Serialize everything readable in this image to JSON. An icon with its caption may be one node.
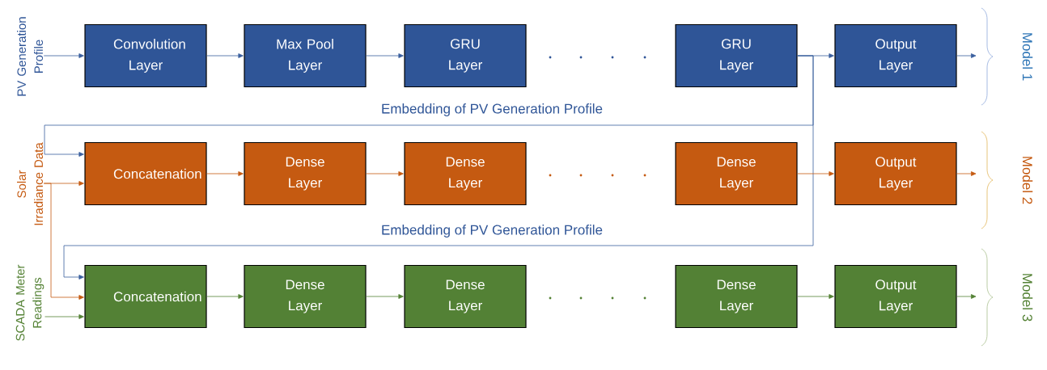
{
  "diagram": {
    "nodes": [
      {
        "text": [
          "PV Generation Profile"
        ]
      },
      {
        "text": [
          "Convolution Layer"
        ]
      },
      {
        "text": [
          "Max Pool Layer"
        ]
      },
      {
        "text": [
          "GRU Layer"
        ]
      },
      {
        "text": [
          "GRU Layer"
        ]
      },
      {
        "text": [
          "Output Layer"
        ]
      },
      {
        "text": [
          "Solar Irradiance Data"
        ]
      },
      {
        "text": [
          "Concatenation"
        ]
      },
      {
        "text": [
          "Dense Layer"
        ]
      },
      {
        "text": [
          "Dense Layer"
        ]
      },
      {
        "text": [
          "Dense Layer"
        ]
      },
      {
        "text": [
          "Output Layer"
        ]
      },
      {
        "text": [
          "SCADA Meter Readings"
        ]
      },
      {
        "text": [
          "Concatenation"
        ]
      },
      {
        "text": [
          "Dense Layer"
        ]
      },
      {
        "text": [
          "Dense Layer"
        ]
      },
      {
        "text": [
          "Dense Layer"
        ]
      },
      {
        "text": [
          "Output Layer"
        ]
      }
    ],
    "edges": [
      {
        "from": 0,
        "to": 1,
        "arrow": "to"
      },
      {
        "from": 1,
        "to": 2,
        "arrow": "to"
      },
      {
        "from": 2,
        "to": 3,
        "arrow": "to"
      },
      {
        "from": 4,
        "to": 5,
        "arrow": "to"
      },
      {
        "from": 5,
        "to": null,
        "arrow": "to"
      },
      {
        "from": 4,
        "to": 7,
        "arrow": "to",
        "label": "Embedding of PV Generation Profile"
      },
      {
        "from": 4,
        "to": 13,
        "arrow": "to",
        "label": "Embedding of PV Generation Profile"
      },
      {
        "from": 6,
        "to": 7,
        "arrow": "to",
        "color": "#c55a11"
      },
      {
        "from": 6,
        "to": 13,
        "arrow": "to",
        "color": "#c55a11"
      },
      {
        "from": 7,
        "to": 8,
        "arrow": "to",
        "color": "#c55a11"
      },
      {
        "from": 8,
        "to": 9,
        "arrow": "to",
        "color": "#c55a11"
      },
      {
        "from": 10,
        "to": 11,
        "arrow": "to",
        "color": "#c55a11"
      },
      {
        "from": 11,
        "to": null,
        "arrow": "to",
        "color": "#c55a11"
      },
      {
        "from": 12,
        "to": 13,
        "arrow": "to",
        "color": "#548235"
      },
      {
        "from": 13,
        "to": 14,
        "arrow": "to",
        "color": "#548235"
      },
      {
        "from": 14,
        "to": 15,
        "arrow": "to",
        "color": "#548235"
      },
      {
        "from": 16,
        "to": 17,
        "arrow": "to",
        "color": "#548235"
      },
      {
        "from": 17,
        "to": null,
        "arrow": "to",
        "color": "#548235"
      }
    ],
    "labels": [
      "Model 1",
      "Model 2",
      "Model 3"
    ]
  }
}
